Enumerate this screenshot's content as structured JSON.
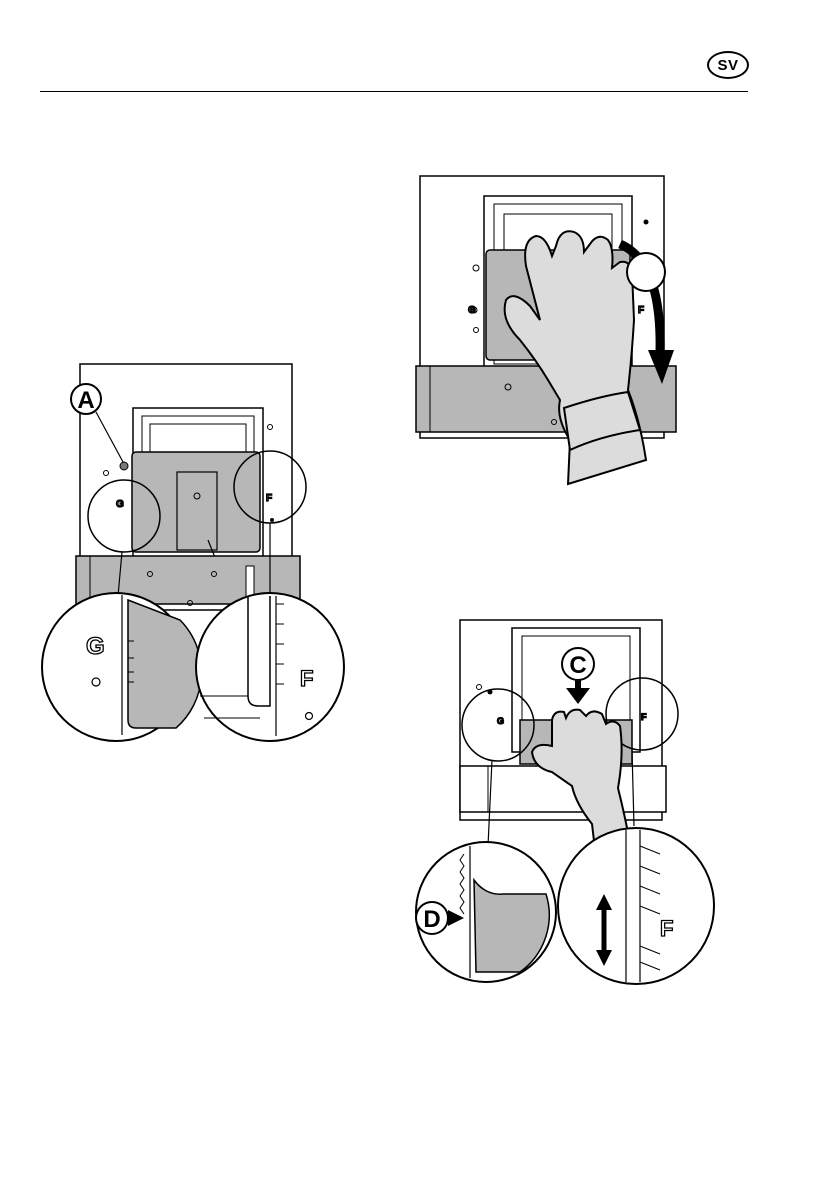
{
  "header": {
    "language_badge": "SV"
  },
  "figures": {
    "left": {
      "callout_a": "A",
      "marker_g": "G",
      "marker_f": "F"
    },
    "top_right": {
      "marker_g": "G",
      "marker_f": "F"
    },
    "bottom_right": {
      "callout_c": "C",
      "callout_d": "D",
      "marker_g": "G",
      "marker_f": "F"
    }
  },
  "colors": {
    "panel_gray": "#b7b7b7",
    "line": "#000000",
    "background": "#ffffff"
  }
}
